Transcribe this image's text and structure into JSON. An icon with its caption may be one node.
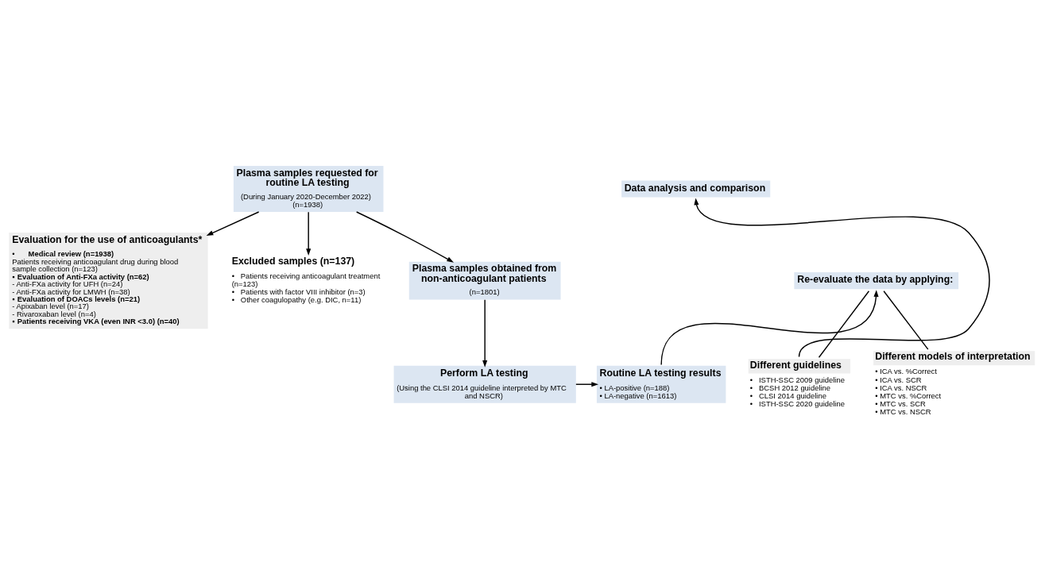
{
  "diagram": {
    "nodes": [
      {
        "text": [
          "Plasma samples requested for routine LA testing",
          "(During January 2020-December 2022)",
          "(n=1938)"
        ]
      },
      {
        "text": [
          "Evaluation for the use of anticoagulants*",
          "•      **Medical review (n=1938)**",
          "Patients receiving anticoagulant drug during blood sample collection (n=123)",
          "▪ **Evaluation of Anti-FXa activity (n=62)**",
          "- Anti-FXa activity for UFH (n=24)",
          "- Anti-FXa activity for LMWH (n=38)",
          "▪ **Evaluation of DOACs levels (n=21)**",
          "- Apixaban level (n=17)",
          "- Rivaroxaban level (n=4)",
          "▪ **Patients receiving VKA (even INR <3.0) (n=40)**"
        ]
      },
      {
        "text": [
          "Excluded samples (n=137)",
          "•   Patients receiving anticoagulant treatment (n=123)",
          "•   Patients with factor VIII inhibitor (n=3)",
          "•   Other coagulopathy (e.g. DIC, n=11)"
        ]
      },
      {
        "text": [
          "Plasma samples obtained from non-anticoagulant patients",
          "(n=1801)"
        ]
      },
      {
        "text": [
          "Perform LA testing",
          "(Using the CLSI 2014 guideline interpreted by MTC and NSCR)"
        ]
      },
      {
        "text": [
          "Routine LA testing results",
          "• LA-positive (n=188)",
          "• LA-negative (n=1613)"
        ]
      },
      {
        "text": [
          "Re-evaluate the data by applying:"
        ]
      },
      {
        "text": [
          "Different guidelines",
          "•   ISTH-SSC 2009 guideline",
          "•   BCSH 2012 guideline",
          "•   CLSI 2014 guideline",
          "•   ISTH-SSC 2020 guideline"
        ]
      },
      {
        "text": [
          "Different models of interpretation",
          "• ICA vs. %Correct",
          "• ICA vs. SCR",
          "• ICA vs. NSCR",
          "• MTC vs. %Correct",
          "• MTC vs. SCR",
          "• MTC vs. NSCR"
        ]
      },
      {
        "text": [
          "Data analysis and comparison"
        ]
      }
    ],
    "edges": [
      {
        "from": 0,
        "to": 1,
        "arrow": "to"
      },
      {
        "from": 0,
        "to": 2,
        "arrow": "to"
      },
      {
        "from": 0,
        "to": 3,
        "arrow": "to"
      },
      {
        "from": 3,
        "to": 4,
        "arrow": "to"
      },
      {
        "from": 4,
        "to": 5,
        "arrow": "to"
      },
      {
        "from": 5,
        "to": 6,
        "arrow": "to"
      },
      {
        "from": 6,
        "to": 7,
        "arrow": "none"
      },
      {
        "from": 6,
        "to": 8,
        "arrow": "none"
      },
      {
        "from": 7,
        "to": 9,
        "arrow": "to"
      }
    ]
  }
}
